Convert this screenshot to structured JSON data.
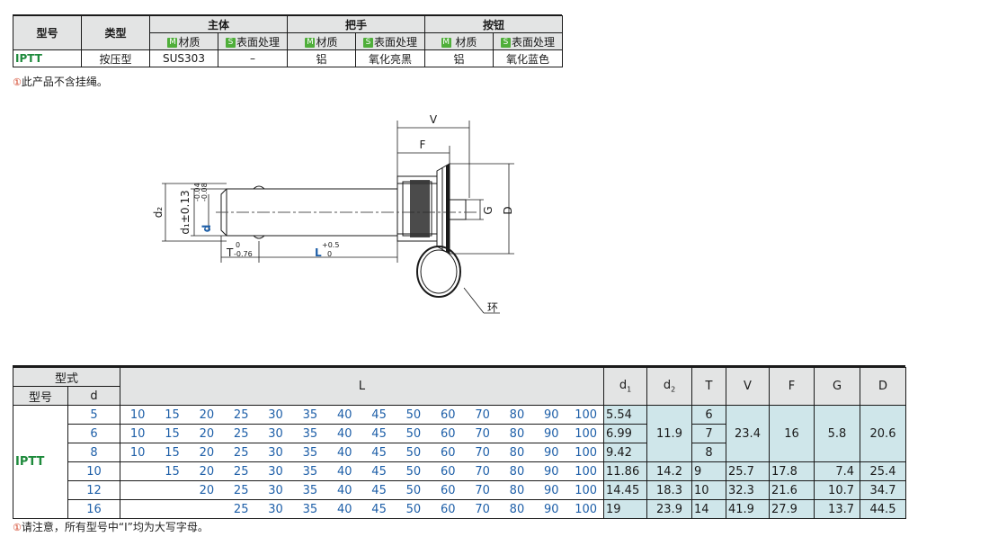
{
  "spec_table": {
    "headers": {
      "model": "型号",
      "type": "类型",
      "body": "主体",
      "handle": "把手",
      "button": "按钮",
      "material": "材质",
      "material_b": " 材质",
      "surface": "表面处理",
      "badge_m": "M",
      "badge_s": "S"
    },
    "row": {
      "model": "IPTT",
      "type": "按压型",
      "body_material": "SUS303",
      "body_surface": "–",
      "handle_material": "铝",
      "handle_surface": "氧化亮黑",
      "button_material": "铝",
      "button_surface": "氧化蓝色"
    }
  },
  "note1": {
    "mark": "①",
    "text": "此产品不含挂绳。"
  },
  "drawing": {
    "V": "V",
    "F": "F",
    "G": "G",
    "D": "D",
    "d2": "d₂",
    "d1": "d₁±0.13",
    "d": "d",
    "d_tol_up": "-0.04",
    "d_tol_dn": "-0.08",
    "T": "T",
    "T_tol_up": "0",
    "T_tol_dn": "-0.76",
    "L": "L",
    "L_tol_up": "+0.5",
    "L_tol_dn": "0",
    "ring": "环"
  },
  "dim_table": {
    "headers": {
      "style": "型式",
      "model": "型号",
      "d": "d",
      "L": "L",
      "d1": "d",
      "d1_sub": "1",
      "d2": "d",
      "d2_sub": "2",
      "T": "T",
      "V": "V",
      "F": "F",
      "G": "G",
      "D": "D"
    },
    "model": "IPTT",
    "rows": [
      {
        "d": "5",
        "L": [
          "10",
          "15",
          "20",
          "25",
          "30",
          "35",
          "40",
          "45",
          "50",
          "60",
          "70",
          "80",
          "90",
          "100"
        ],
        "d1": "5.54",
        "d2": "11.9",
        "T": "6",
        "V": "23.4",
        "F": "16",
        "G": "5.8",
        "D": "20.6"
      },
      {
        "d": "6",
        "L": [
          "10",
          "15",
          "20",
          "25",
          "30",
          "35",
          "40",
          "45",
          "50",
          "60",
          "70",
          "80",
          "90",
          "100"
        ],
        "d1": "6.99",
        "d2": "",
        "T": "7",
        "V": "",
        "F": "",
        "G": "",
        "D": ""
      },
      {
        "d": "8",
        "L": [
          "10",
          "15",
          "20",
          "25",
          "30",
          "35",
          "40",
          "45",
          "50",
          "60",
          "70",
          "80",
          "90",
          "100"
        ],
        "d1": "9.42",
        "d2": "",
        "T": "8",
        "V": "",
        "F": "",
        "G": "",
        "D": ""
      },
      {
        "d": "10",
        "L": [
          "",
          "15",
          "20",
          "25",
          "30",
          "35",
          "40",
          "45",
          "50",
          "60",
          "70",
          "80",
          "90",
          "100"
        ],
        "d1": "11.86",
        "d2": "14.2",
        "T": "9",
        "V": "25.7",
        "F": "17.8",
        "G": "7.4",
        "D": "25.4"
      },
      {
        "d": "12",
        "L": [
          "",
          "",
          "20",
          "25",
          "30",
          "35",
          "40",
          "45",
          "50",
          "60",
          "70",
          "80",
          "90",
          "100"
        ],
        "d1": "14.45",
        "d2": "18.3",
        "T": "10",
        "V": "32.3",
        "F": "21.6",
        "G": "10.7",
        "D": "34.7"
      },
      {
        "d": "16",
        "L": [
          "",
          "",
          "",
          "25",
          "30",
          "35",
          "40",
          "45",
          "50",
          "60",
          "70",
          "80",
          "90",
          "100"
        ],
        "d1": "19",
        "d2": "23.9",
        "T": "14",
        "V": "41.9",
        "F": "27.9",
        "G": "13.7",
        "D": "44.5"
      }
    ]
  },
  "note2": {
    "mark": "①",
    "text": "请注意，所有型号中“I”均为大写字母。"
  }
}
